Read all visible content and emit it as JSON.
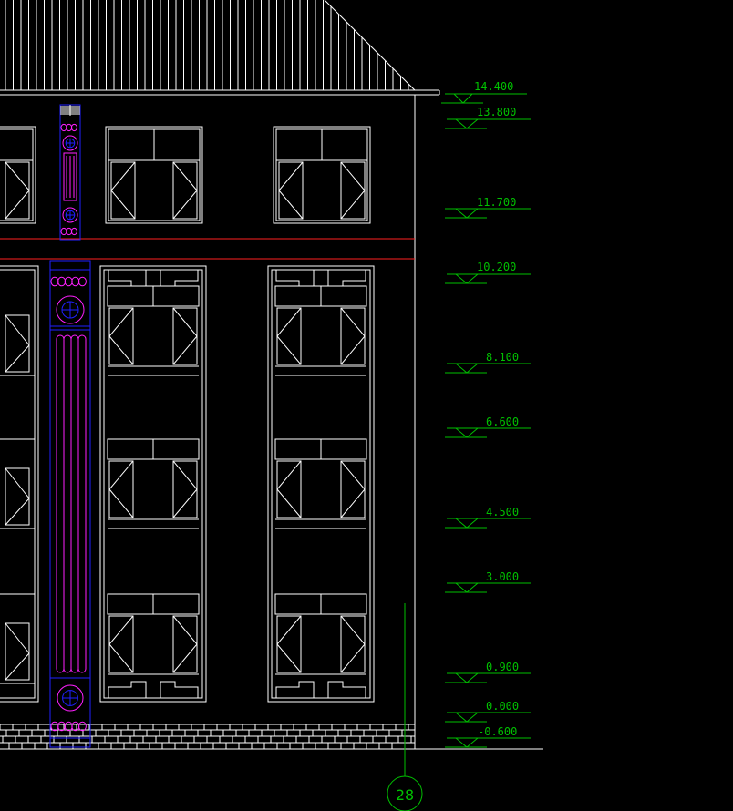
{
  "colors": {
    "background": "#000000",
    "outline": "#ffffff",
    "level_marks": "#00c000",
    "floor_band": "#ff2020",
    "pilaster_frame": "#2020ff",
    "ornament": "#ff20ff"
  },
  "elevation_levels": [
    "14.400",
    "13.800",
    "11.700",
    "10.200",
    "8.100",
    "6.600",
    "4.500",
    "3.000",
    "0.900",
    "0.000",
    "-0.600"
  ],
  "axis_label": "28"
}
